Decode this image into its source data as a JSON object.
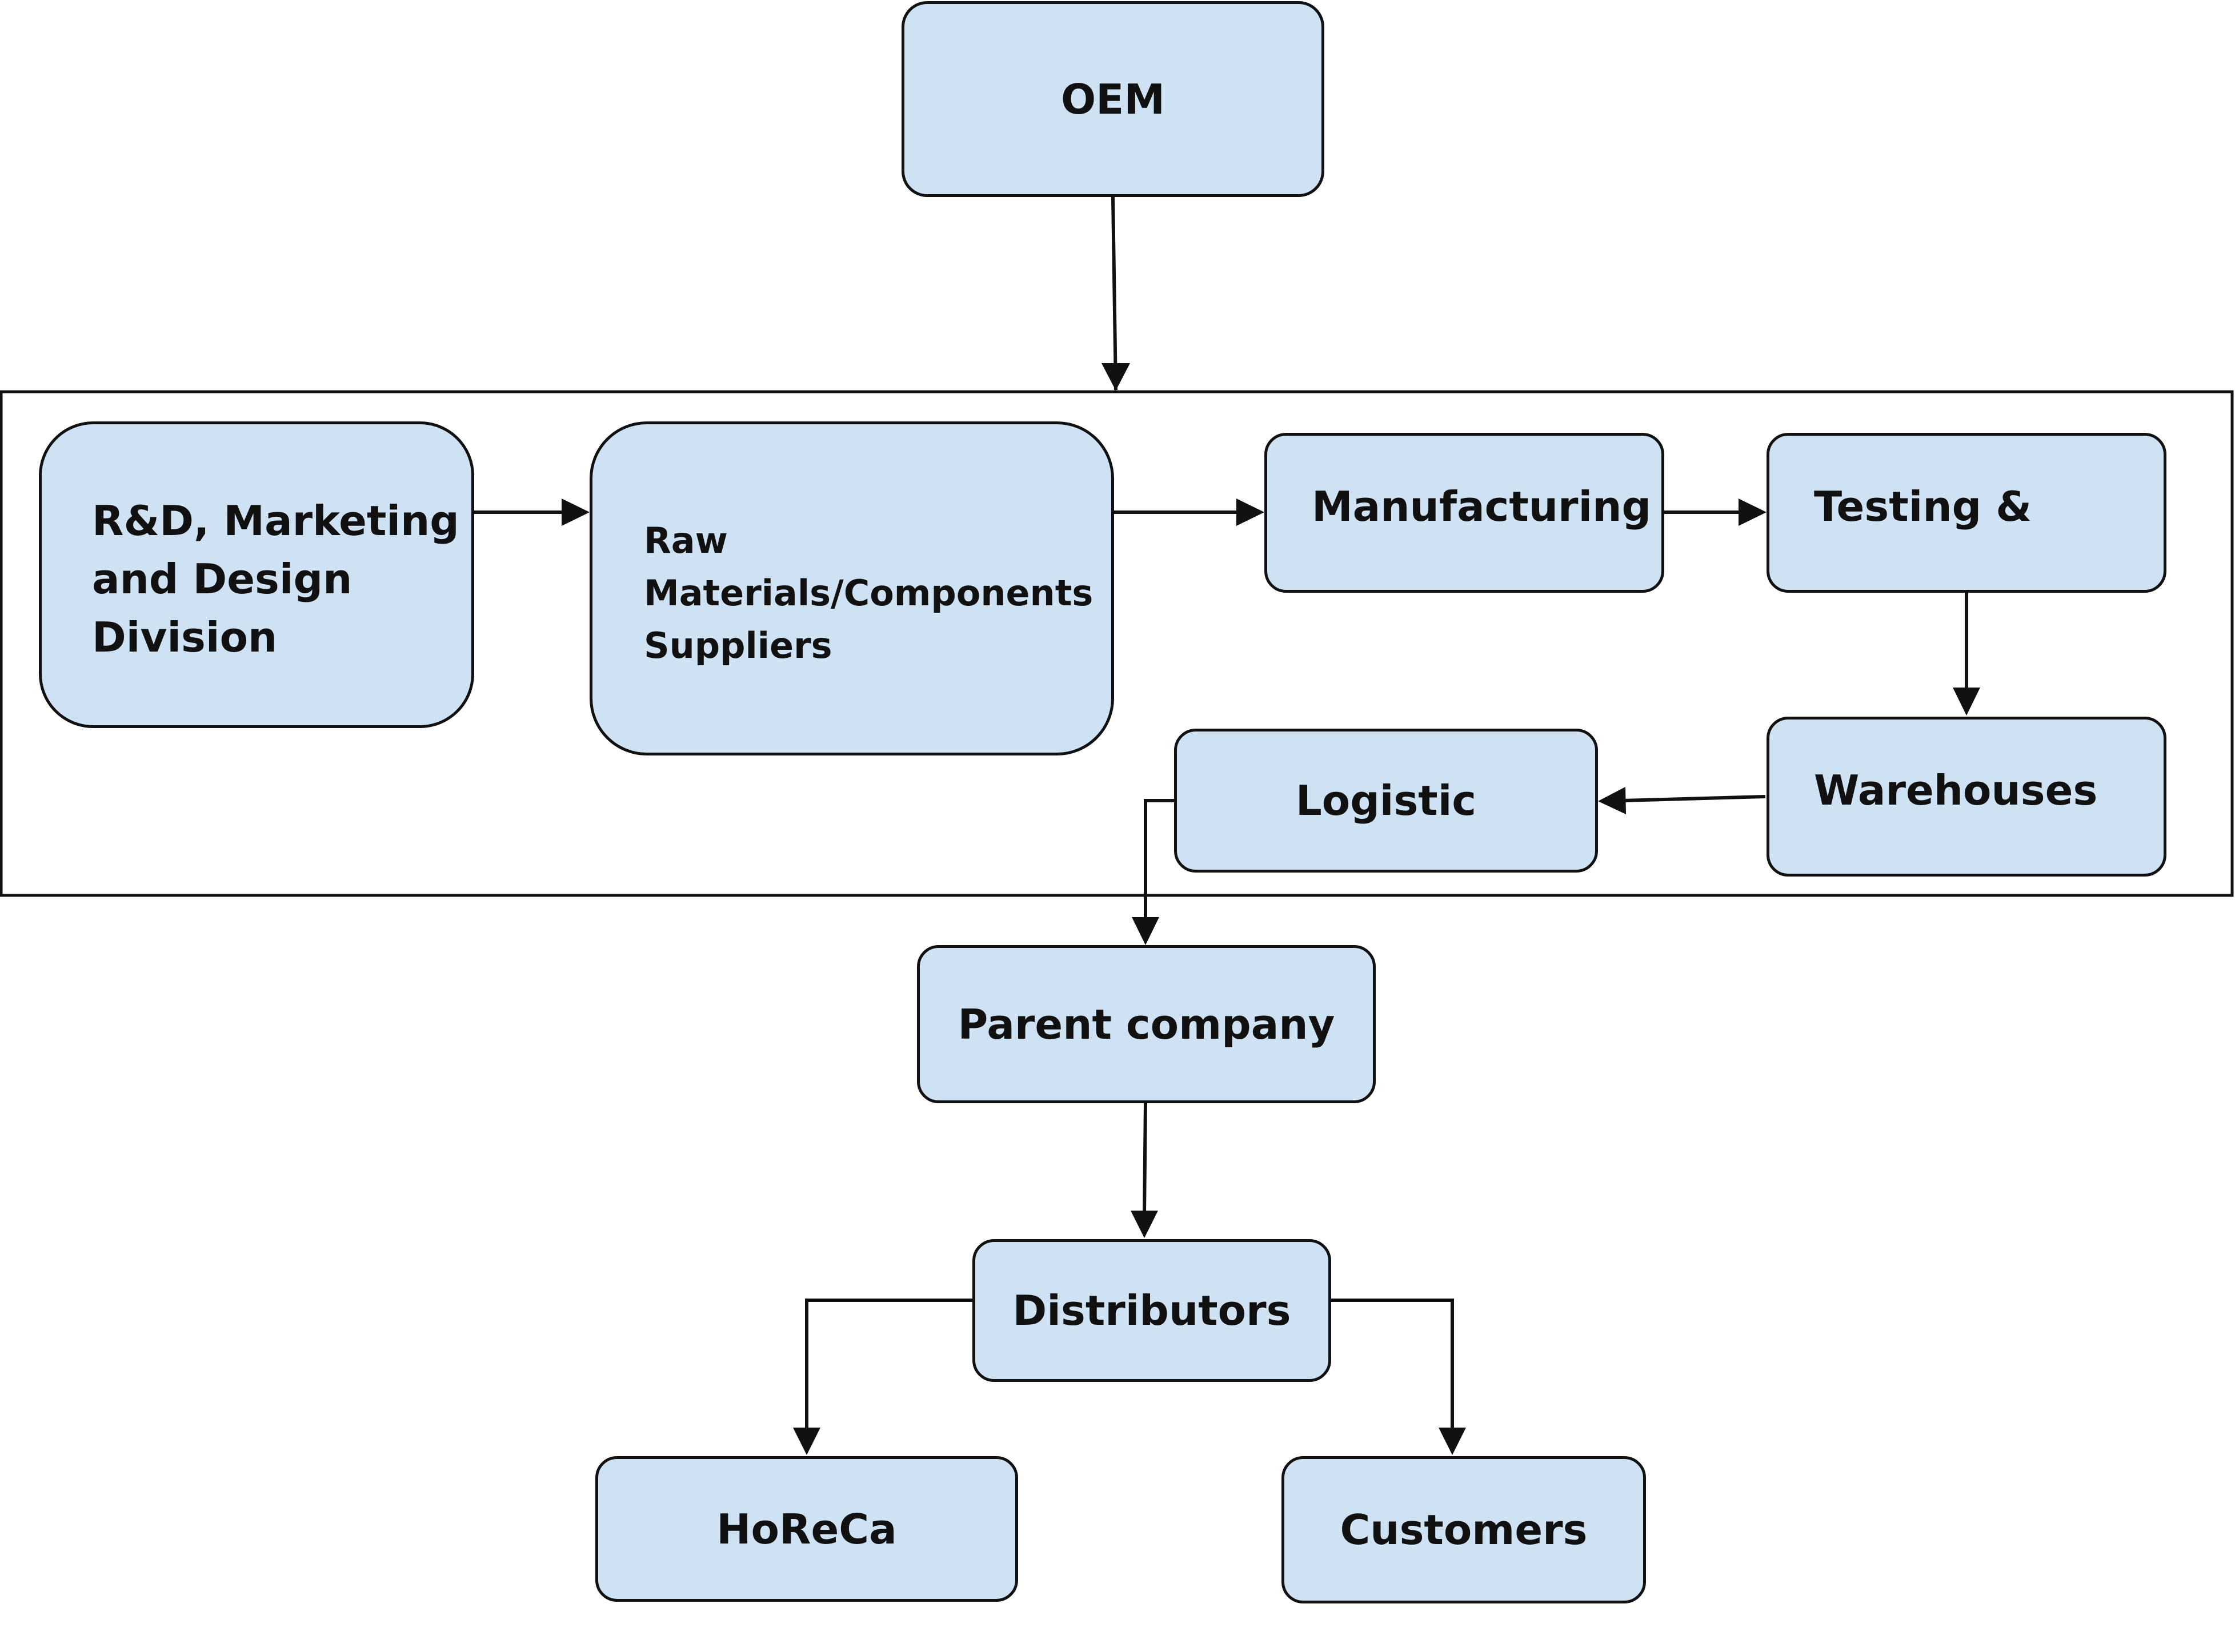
{
  "diagram": {
    "nodes": {
      "oem": {
        "label": "OEM"
      },
      "rnd": {
        "line1": "R&D, Marketing",
        "line2": "and Design",
        "line3": "Division"
      },
      "raw": {
        "line1": "Raw",
        "line2": "Materials/Components",
        "line3": "Suppliers"
      },
      "manufacturing": {
        "label": "Manufacturing"
      },
      "testing": {
        "label": "Testing &"
      },
      "warehouses": {
        "label": "Warehouses"
      },
      "logistic": {
        "label": "Logistic"
      },
      "parent": {
        "label": "Parent company"
      },
      "distributors": {
        "label": "Distributors"
      },
      "horeca": {
        "label": "HoReCa"
      },
      "customers": {
        "label": "Customers"
      }
    },
    "colors": {
      "node_fill": "#cfe2f3",
      "stroke": "#111111",
      "background": "#ffffff"
    }
  }
}
